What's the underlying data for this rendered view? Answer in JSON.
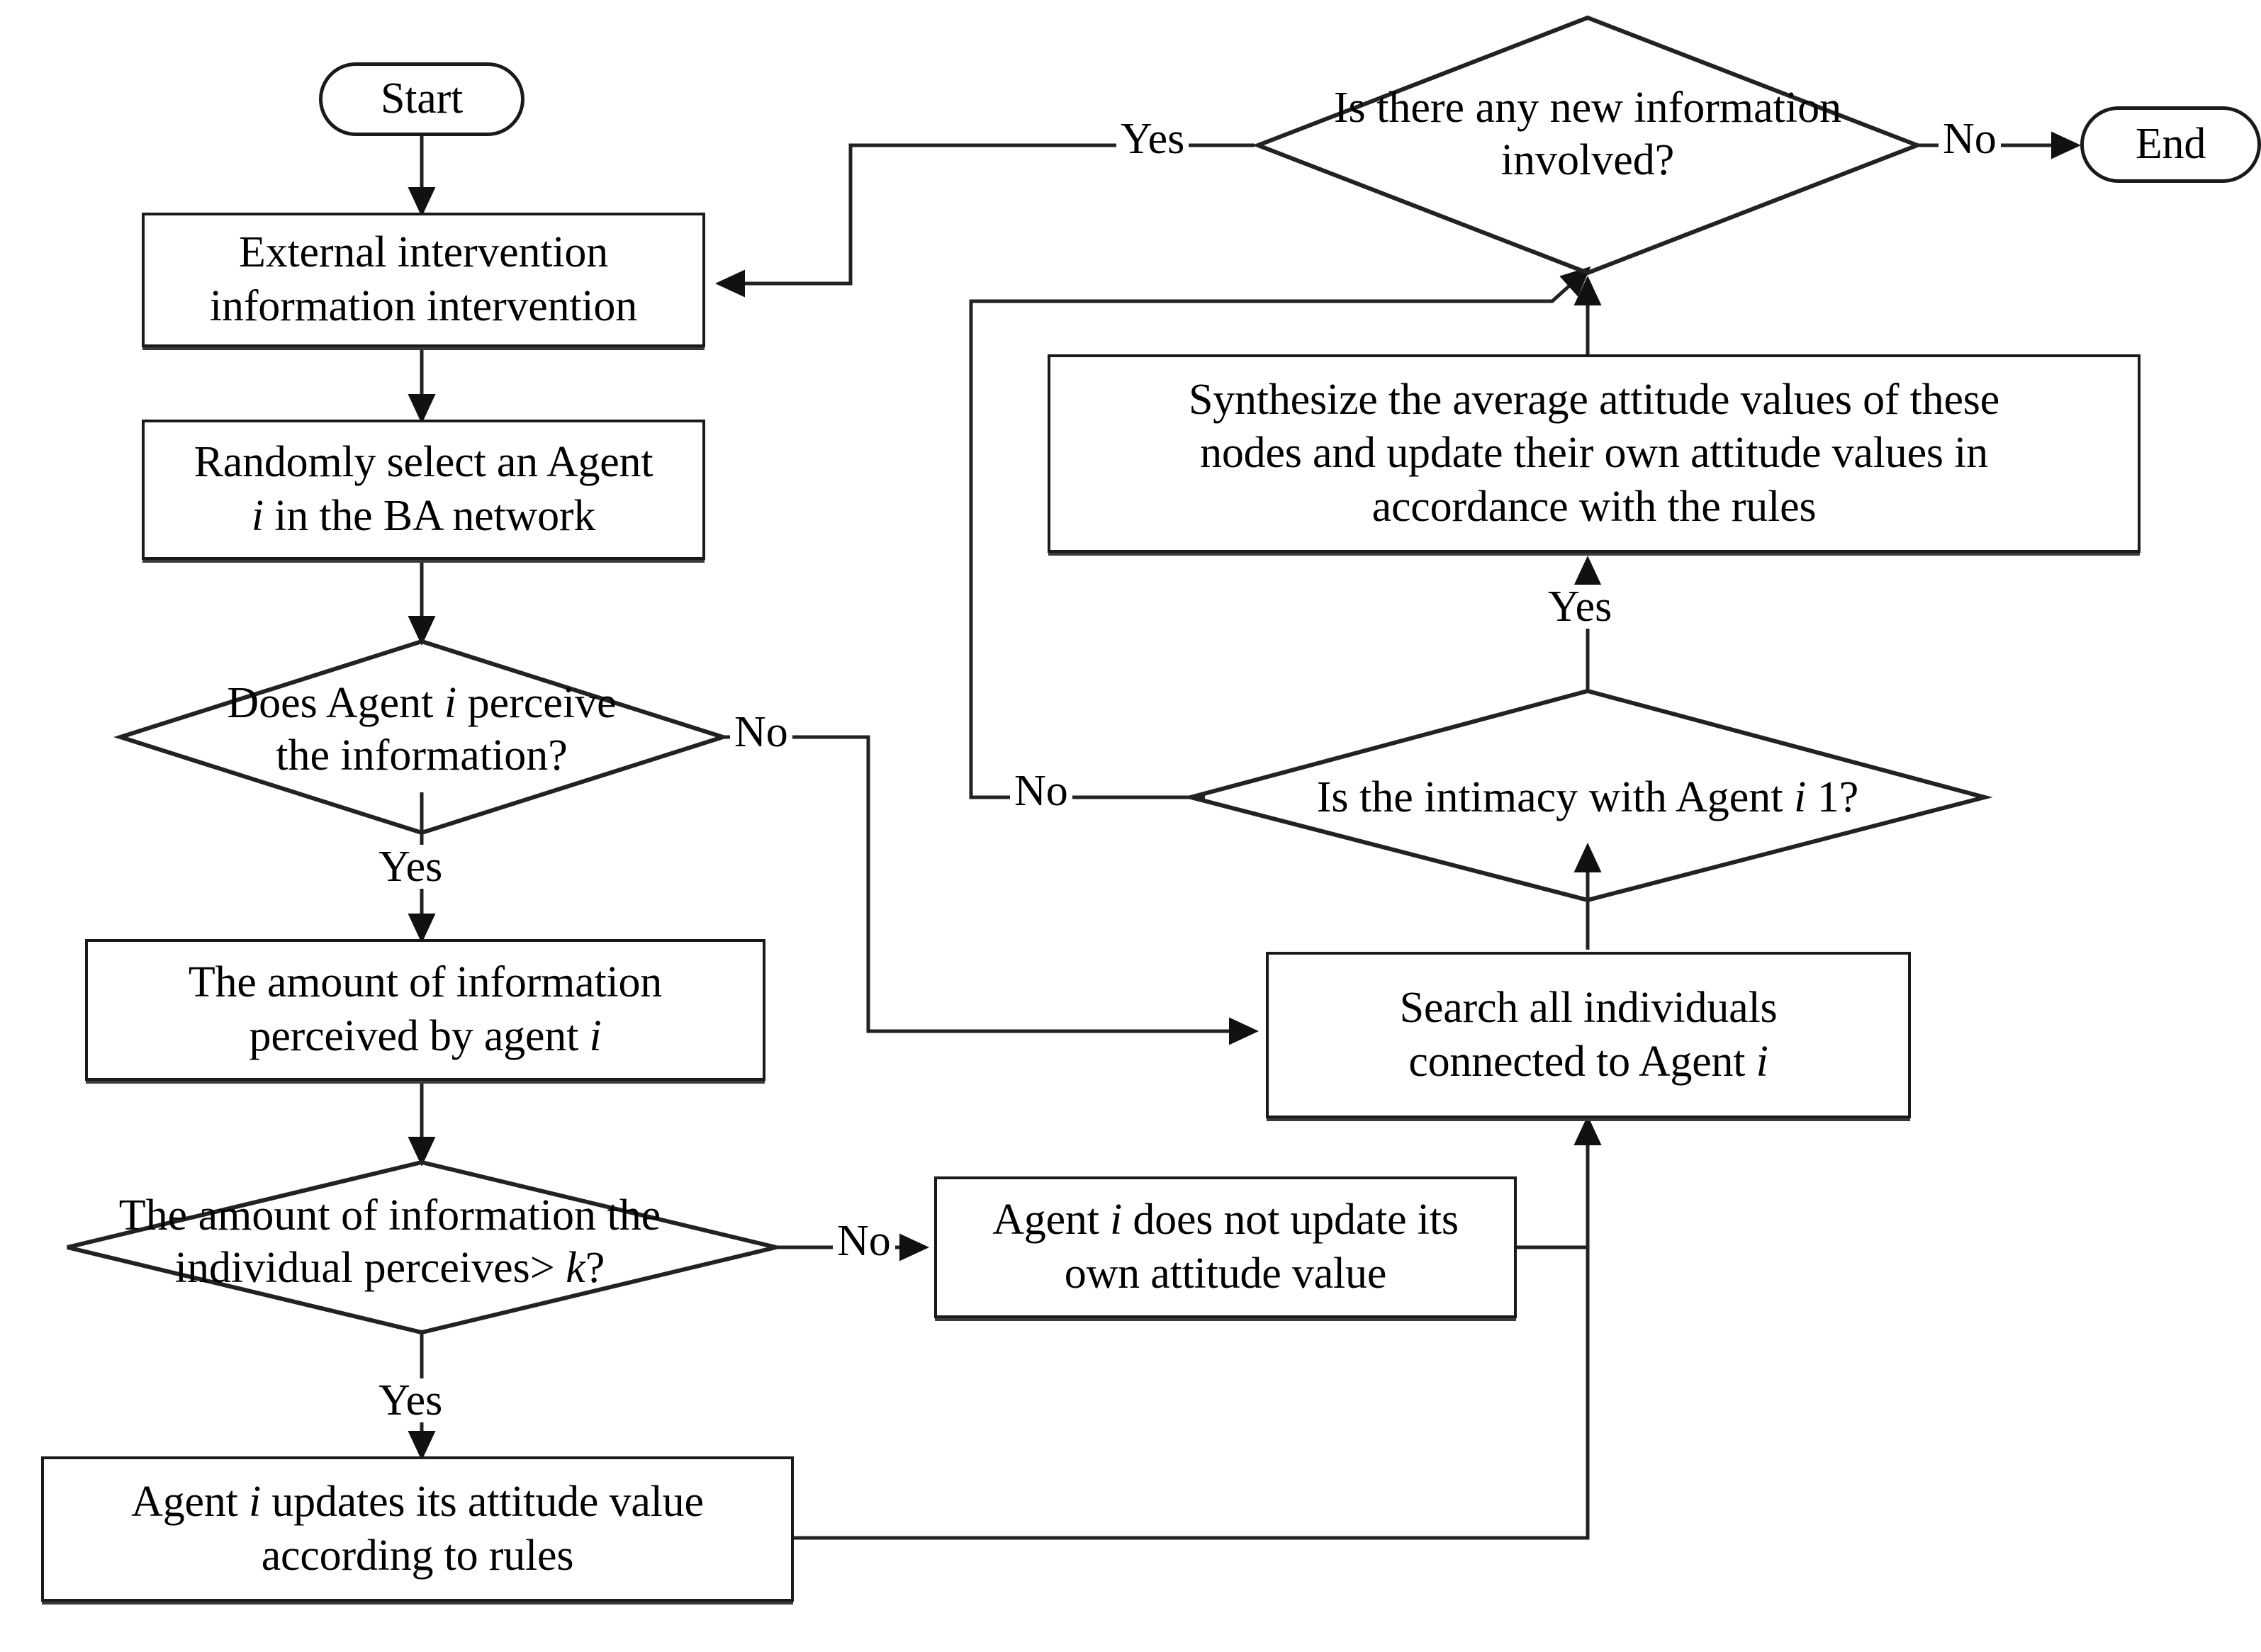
{
  "diagram": {
    "title": "Agent attitude evolution flowchart",
    "type": "flowchart",
    "stroke_color": "#1a1a1a",
    "background_color": "#ffffff"
  },
  "nodes": {
    "start": {
      "label": "Start",
      "shape": "terminator"
    },
    "external_intervention": {
      "line1": "External intervention",
      "line2": "information intervention",
      "shape": "process"
    },
    "random_select": {
      "line1": "Randomly select an Agent",
      "line2": "i in the BA network",
      "shape": "process"
    },
    "perceive_decision": {
      "line1": "Does Agent i perceive",
      "line2": "the information?",
      "shape": "decision"
    },
    "amount_perceived": {
      "line1": "The amount of information",
      "line2": "perceived by agent i",
      "shape": "process"
    },
    "threshold_decision": {
      "line1": "The amount of information the",
      "line2": "individual perceives> k?",
      "shape": "decision"
    },
    "updates_attitude": {
      "line1": "Agent i updates its attitude value",
      "line2": "according to rules",
      "shape": "process"
    },
    "not_update_attitude": {
      "line1": "Agent i does not update its",
      "line2": "own attitude value",
      "shape": "process"
    },
    "search_individuals": {
      "line1": "Search all individuals",
      "line2": "connected to Agent i",
      "shape": "process"
    },
    "intimacy_decision": {
      "line1": "Is the intimacy with Agent i 1?",
      "shape": "decision"
    },
    "synthesize": {
      "line1": "Synthesize the average attitude values of these",
      "line2": "nodes and update their own attitude values in",
      "line3": "accordance with the rules",
      "shape": "process"
    },
    "new_information_decision": {
      "line1": "Is there any new information",
      "line2": "involved?",
      "shape": "decision"
    },
    "end": {
      "label": "End",
      "shape": "terminator"
    }
  },
  "edge_labels": {
    "perceive_no": "No",
    "perceive_yes": "Yes",
    "threshold_no": "No",
    "threshold_yes": "Yes",
    "intimacy_no": "No",
    "intimacy_yes": "Yes",
    "new_info_yes": "Yes",
    "new_info_no": "No"
  }
}
